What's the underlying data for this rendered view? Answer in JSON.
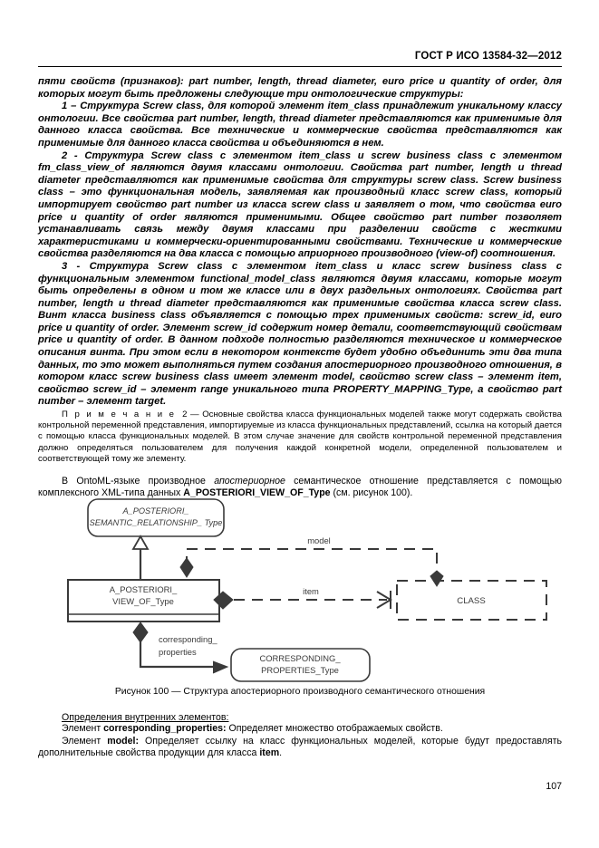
{
  "document": {
    "header_standard": "ГОСТ Р ИСО 13584-32—2012",
    "page_number": "107"
  },
  "body": {
    "para_intro": "пяти свойств (признаков): part number, length, thread diameter, euro price и quantity of order, для которых могут быть предложены следующие три онтологические структуры:",
    "para_1": "1 – Структура Screw class, для которой элемент item_class принадлежит уникальному классу онтологии. Все свойства part number, length, thread diameter представляются как применимые для данного класса свойства. Все технические и коммерческие свойства представляются как применимые для данного класса свойства и объединяются в нем.",
    "para_2": "2 - Структура Screw class с элементом item_class и screw business class с элементом fm_class_view_of являются двумя классами онтологии. Свойства part number, length и thread diameter представляются как применимые свойства для структуры screw class. Screw business class – это функциональная модель, заявляемая как производный класс screw class, который импортирует свойство part number из класса screw class и заявляет о том, что свойства euro price и quantity of order являются применимыми. Общее свойство part number позволяет устанавливать связь между двумя классами при разделении свойств с жесткими характеристиками и коммерчески-ориентированными свойствами. Технические и коммерческие свойства разделяются на два класса с помощью априорного производного (view-of) соотношения.",
    "para_3": "3 - Структура Screw class с элементом item_class и класс screw business class с функциональным элементом functional_model_class являются двумя классами, которые могут быть определены в одном и том же классе или в двух раздельных онтологиях.  Свойства part number, length и thread diameter представляются как применимые свойства класса screw class. Винт класса business class объявляется с помощью трех применимых свойств: screw_id, euro price и quantity of order. Элемент screw_id содержит номер детали, соответствующий свойствам price и quantity of order. В данном подходе полностью разделяются техническое и коммерческое описания винта. При этом если в некотором контексте будет удобно объединить эти два типа данных, то это может выполняться путем создания апостериорного производного отношения, в котором класс screw business class имеет элемент model, свойство screw class – элемент item, свойство screw_id – элемент range уникального типа PROPERTY_MAPPING_Type, а свойство part number – элемент target.",
    "note_label": "П р и м е ч а н и е",
    "note_number": "2",
    "note_dash": "—",
    "note_text": "Основные свойства класса функциональных моделей также могут содержать свойства контрольной переменной представления, импортируемые из класса функциональных представлений, ссылка на который дается с помощью класса функциональных моделей. В этом случае значение для свойств контрольной переменной представления должно определяться пользователем для получения каждой конкретной модели, определенной пользователем и соответствующей тому же элементу.",
    "para_ontoml_1": "В OntoML-языке производное ",
    "para_ontoml_italic": "апостериорное",
    "para_ontoml_2": " семантическое отношение представляется с помощью комплексного XML-типа данных ",
    "para_ontoml_bold": "A_POSTERIORI_VIEW_OF_Type",
    "para_ontoml_3": " (см. рисунок 100)."
  },
  "figure": {
    "caption": "Рисунок 100 — Структура апостериорного производного семантического отношения",
    "nodes": {
      "super_class_line1": "A_POSTERIORI_",
      "super_class_line2": "SEMANTIC_RELATIONSHIP_ Type",
      "main_class_line1": "A_POSTERIORI_",
      "main_class_line2": "VIEW_OF_Type",
      "class_box": "CLASS",
      "corresponding_line1": "CORRESPONDING_",
      "corresponding_line2": "PROPERTIES_Type"
    },
    "edges": {
      "model": "model",
      "item": "item",
      "corresponding_line1": "corresponding_",
      "corresponding_line2": "properties"
    },
    "colors": {
      "stroke": "#3a3a3a",
      "text": "#3a3a3a"
    }
  },
  "definitions": {
    "title": "Определения внутренних элементов:",
    "item1_prefix": "Элемент ",
    "item1_name": "corresponding_properties:",
    "item1_text": " Определяет множество отображаемых свойств.",
    "item2_prefix": "Элемент ",
    "item2_name": "model:",
    "item2_text": " Определяет ссылку на класс функциональных моделей, которые будут предоставлять дополнительные свойства продукции для класса ",
    "item2_bold_tail": "item",
    "item2_tail": "."
  }
}
